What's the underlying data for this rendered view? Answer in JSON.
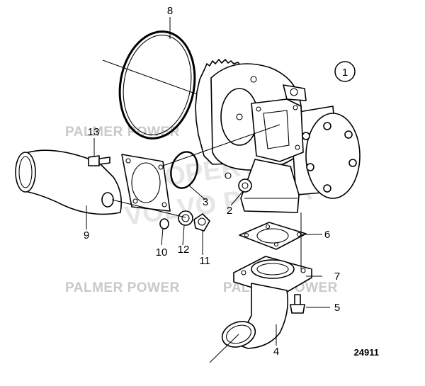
{
  "diagram": {
    "group_number": "1",
    "figure_number": "24911",
    "watermark": {
      "brand": "PALMER POWER",
      "overlay_lines": [
        "PROPERTY OF",
        "VOLVO PENTA"
      ]
    },
    "callouts": [
      {
        "id": "2",
        "label": "2"
      },
      {
        "id": "3",
        "label": "3"
      },
      {
        "id": "4",
        "label": "4"
      },
      {
        "id": "5",
        "label": "5"
      },
      {
        "id": "6",
        "label": "6"
      },
      {
        "id": "7",
        "label": "7"
      },
      {
        "id": "8",
        "label": "8"
      },
      {
        "id": "9",
        "label": "9"
      },
      {
        "id": "10",
        "label": "10"
      },
      {
        "id": "11",
        "label": "11"
      },
      {
        "id": "12",
        "label": "12"
      },
      {
        "id": "13",
        "label": "13"
      }
    ]
  }
}
